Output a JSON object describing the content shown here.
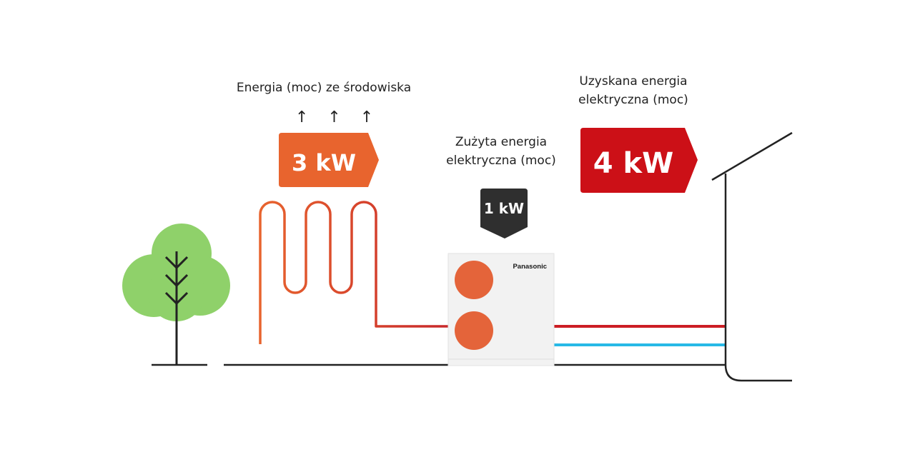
{
  "environment": {
    "label": "Energia (moc) ze środowiska",
    "value": "3 kW",
    "arrows": "↑ ↑ ↑"
  },
  "consumed": {
    "label_line1": "Zużyta energia",
    "label_line2": "elektryczna (moc)",
    "value": "1 kW"
  },
  "obtained": {
    "label_line1": "Uzyskana energia",
    "label_line2": "elektryczna (moc)",
    "value": "4 kW"
  },
  "unit": {
    "brand": "Panasonic"
  },
  "colors": {
    "tree": "#8fd16a",
    "trunk": "#222222",
    "env_badge": "#e8642e",
    "obtained_badge": "#cc1017",
    "consumed_badge": "#2f2f2f",
    "hot_pipe": "#cc1e24",
    "cold_pipe": "#27b9e6",
    "unit_body": "#f2f2f2",
    "fan": "#e4643a",
    "line": "#222222"
  }
}
